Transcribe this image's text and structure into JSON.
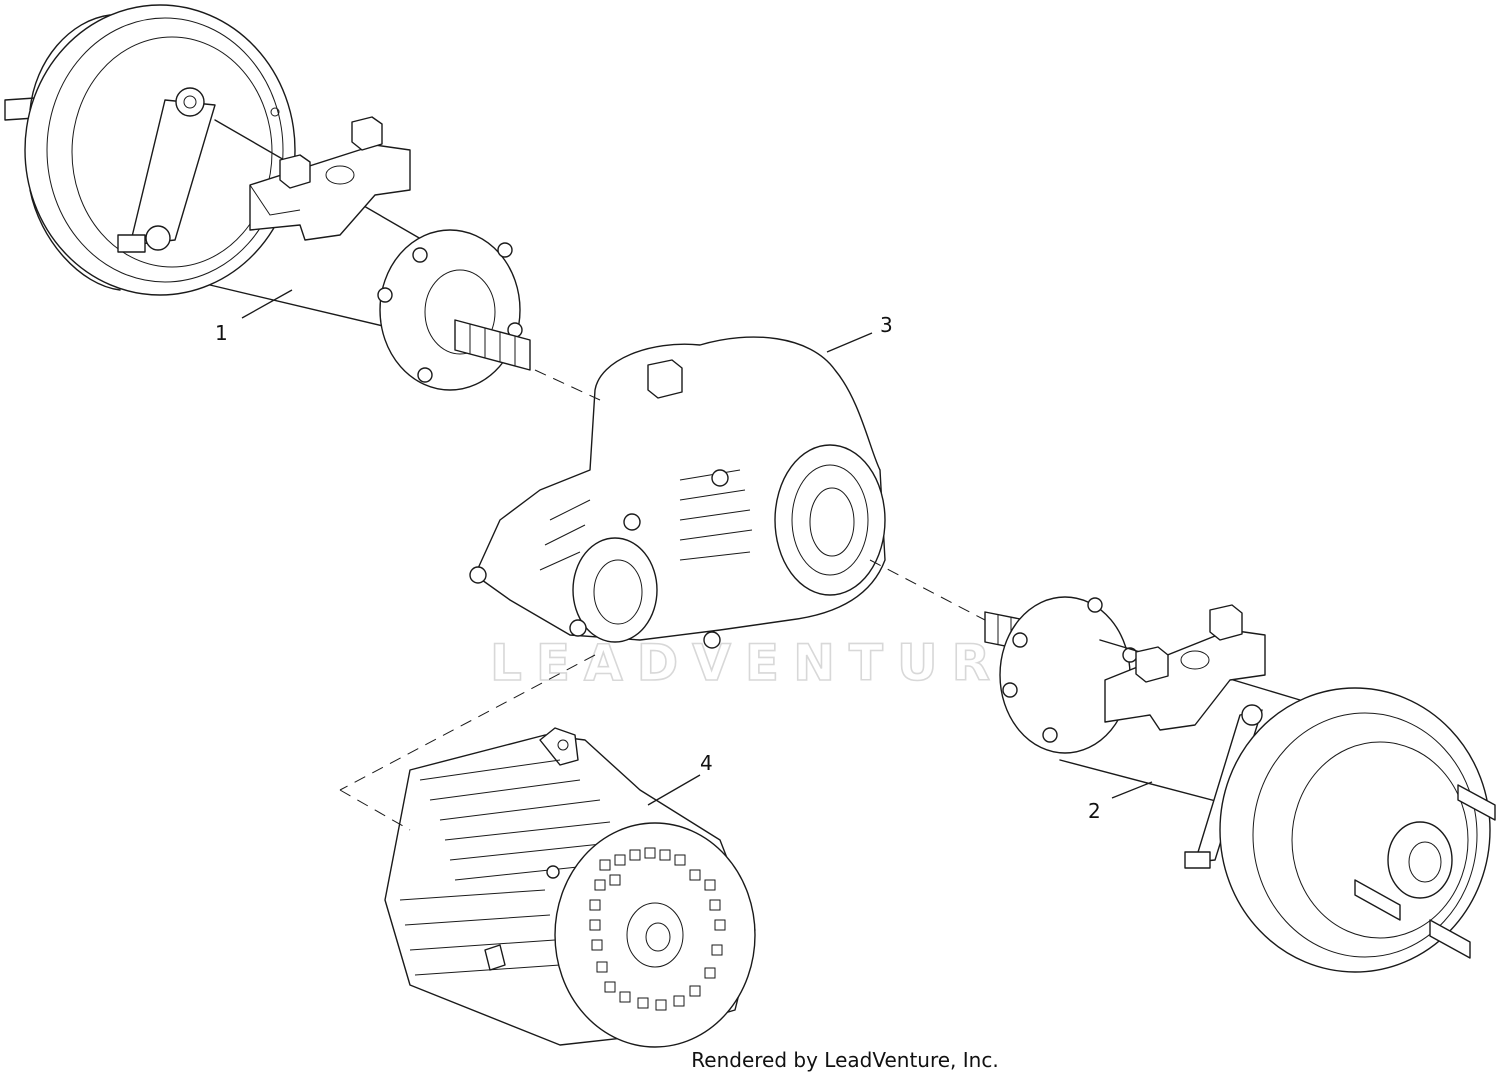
{
  "diagram": {
    "watermark_text": "LEADVENTURE",
    "credit": "Rendered by LeadVenture, Inc.",
    "callouts": [
      {
        "id": "1",
        "label": "1"
      },
      {
        "id": "2",
        "label": "2"
      },
      {
        "id": "3",
        "label": "3"
      },
      {
        "id": "4",
        "label": "4"
      }
    ]
  }
}
